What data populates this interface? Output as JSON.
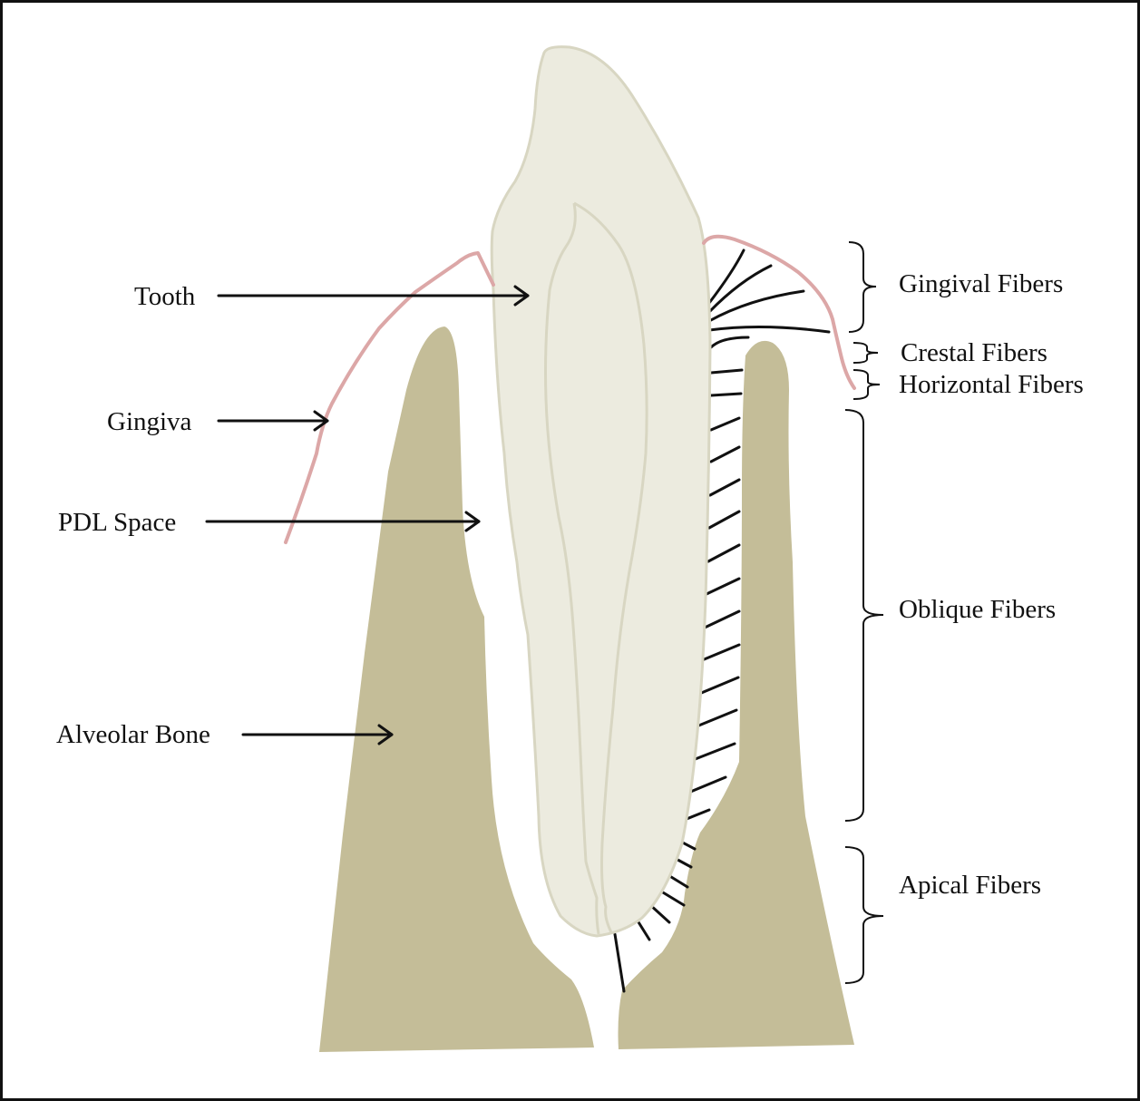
{
  "colors": {
    "border": "#111111",
    "background": "#ffffff",
    "tooth_fill": "#ecebdf",
    "tooth_outline": "#d8d6c2",
    "bone_fill": "#c4bd98",
    "gingiva": "#dca7a7",
    "fiber": "#111111",
    "arrow": "#111111"
  },
  "labels_left": {
    "tooth": "Tooth",
    "gingiva": "Gingiva",
    "pdl_space": "PDL Space",
    "alveolar_bone": "Alveolar Bone"
  },
  "labels_right": {
    "gingival_fibers": "Gingival Fibers",
    "crestal_fibers": "Crestal Fibers",
    "horizontal_fibers": "Horizontal Fibers",
    "oblique_fibers": "Oblique Fibers",
    "apical_fibers": "Apical Fibers"
  }
}
